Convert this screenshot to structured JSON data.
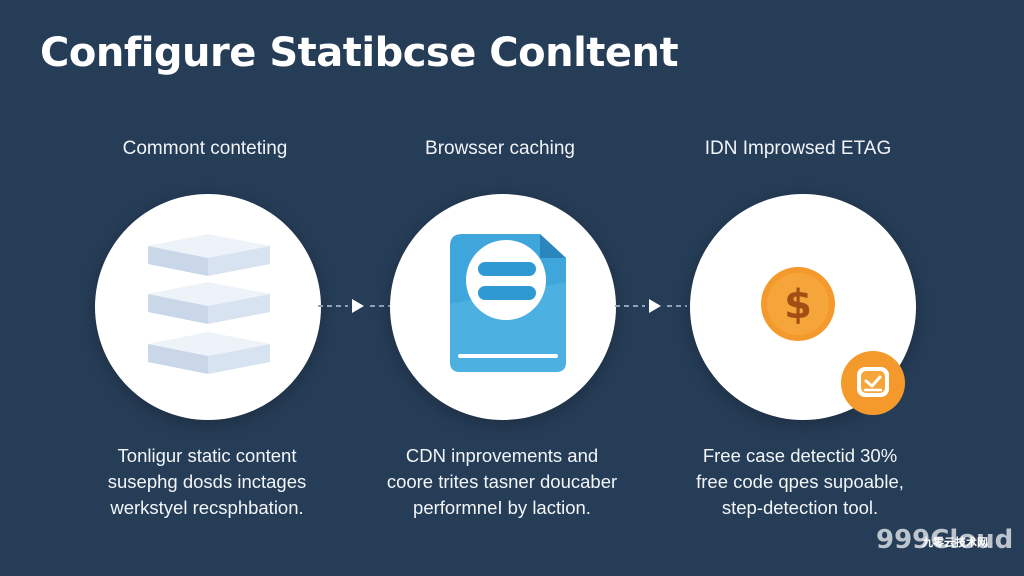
{
  "title": "Configure Statibcse Conltent",
  "columns": [
    {
      "label": "Commont conteting",
      "icon": "stacked-layers-icon",
      "desc": [
        "Tonligur static content",
        "susephg dosds inctages",
        "werkstyel recsphbation."
      ]
    },
    {
      "label": "Browsser caching",
      "icon": "browser-document-icon",
      "desc": [
        "CDN inprovements and",
        "coore trites tasner doucaber",
        "performneI by laction."
      ]
    },
    {
      "label": "IDN Improwsed ETAG",
      "icon": "dollar-coin-icon",
      "desc": [
        "Free case detectid 30%",
        "free code qpes supoable,",
        "step-detection tool."
      ]
    }
  ],
  "watermark": {
    "text": "999Cloud",
    "subtext": "九零云技术网"
  },
  "colors": {
    "background": "#263d57",
    "layers": "#dce6f3",
    "document_blue": "#3a9fd3",
    "coin_orange": "#f39b2f"
  }
}
